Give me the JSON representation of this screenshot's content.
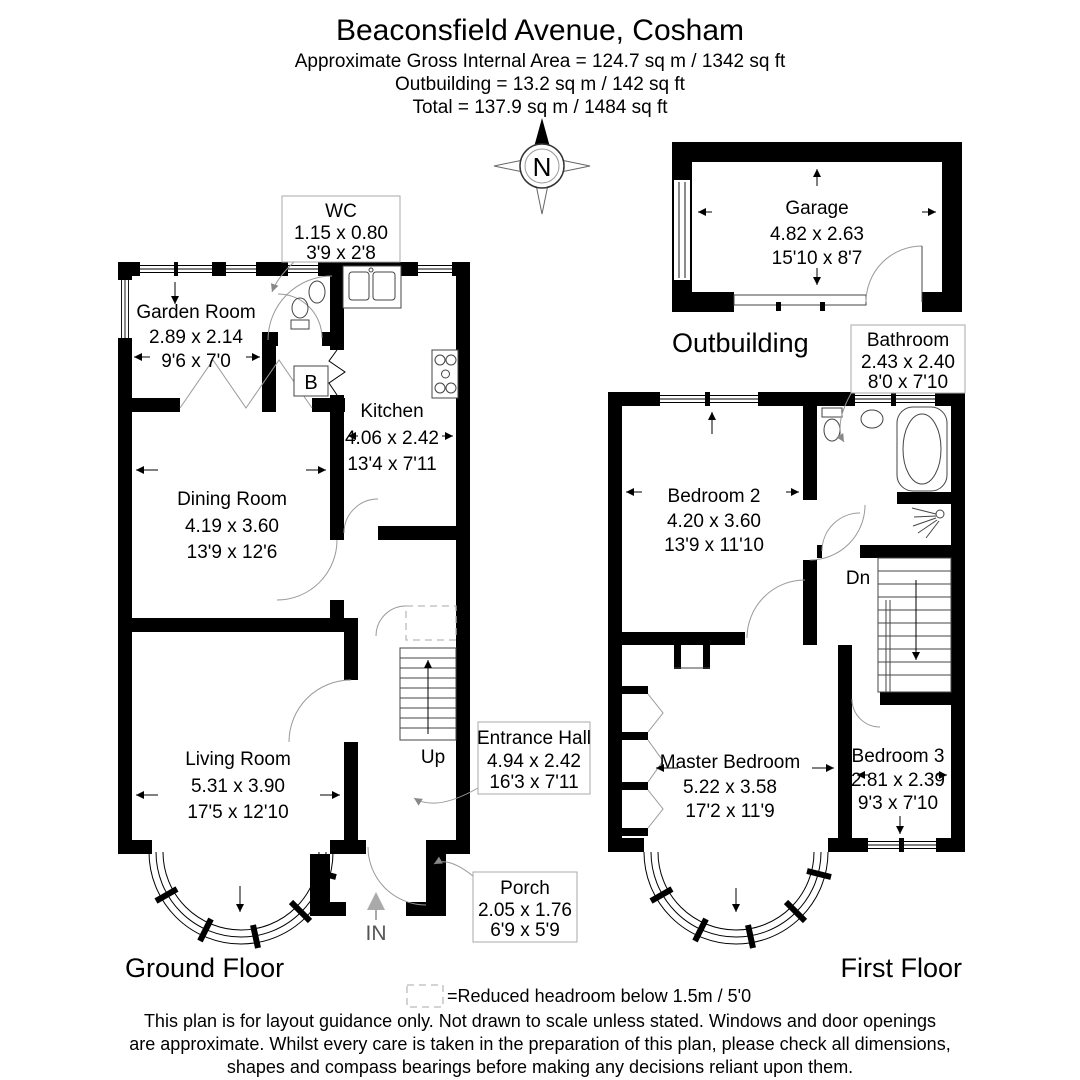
{
  "header": {
    "title": "Beaconsfield Avenue, Cosham",
    "area_line": "Approximate Gross Internal Area = 124.7 sq m / 1342 sq ft",
    "outbuilding_line": "Outbuilding = 13.2 sq m / 142 sq ft",
    "total_line": "Total = 137.9 sq m / 1484 sq ft"
  },
  "compass": {
    "north": "N"
  },
  "ground_floor": {
    "floor_label": "Ground Floor",
    "rooms": {
      "garden_room": {
        "name": "Garden Room",
        "metric": "2.89 x 2.14",
        "imperial": "9'6 x 7'0"
      },
      "wc": {
        "name": "WC",
        "metric": "1.15 x 0.80",
        "imperial": "3'9 x 2'8"
      },
      "kitchen": {
        "name": "Kitchen",
        "metric": "4.06 x 2.42",
        "imperial": "13'4 x 7'11"
      },
      "dining_room": {
        "name": "Dining Room",
        "metric": "4.19 x 3.60",
        "imperial": "13'9 x 12'6"
      },
      "living_room": {
        "name": "Living Room",
        "metric": "5.31 x 3.90",
        "imperial": "17'5 x 12'10"
      },
      "entrance_hall": {
        "name": "Entrance Hall",
        "metric": "4.94 x 2.42",
        "imperial": "16'3 x 7'11"
      },
      "porch": {
        "name": "Porch",
        "metric": "2.05 x 1.76",
        "imperial": "6'9 x 5'9"
      }
    },
    "annotations": {
      "up": "Up",
      "in": "IN",
      "boiler": "B"
    }
  },
  "first_floor": {
    "floor_label": "First Floor",
    "rooms": {
      "bedroom_2": {
        "name": "Bedroom 2",
        "metric": "4.20 x 3.60",
        "imperial": "13'9 x 11'10"
      },
      "bathroom": {
        "name": "Bathroom",
        "metric": "2.43 x 2.40",
        "imperial": "8'0 x 7'10"
      },
      "master_bedroom": {
        "name": "Master Bedroom",
        "metric": "5.22 x 3.58",
        "imperial": "17'2 x 11'9"
      },
      "bedroom_3": {
        "name": "Bedroom 3",
        "metric": "2.81 x 2.39",
        "imperial": "9'3 x 7'10"
      }
    },
    "annotations": {
      "down": "Dn"
    }
  },
  "outbuilding": {
    "section_label": "Outbuilding",
    "rooms": {
      "garage": {
        "name": "Garage",
        "metric": "4.82 x 2.63",
        "imperial": "15'10 x 8'7"
      }
    }
  },
  "legend": {
    "reduced_headroom": "=Reduced headroom below 1.5m / 5'0"
  },
  "disclaimer": {
    "line1": "This plan is for layout guidance only. Not drawn to scale unless stated. Windows and door openings",
    "line2": "are approximate. Whilst every care is taken in the preparation of this plan, please check all dimensions,",
    "line3": "shapes and compass bearings before making any decisions reliant upon them."
  }
}
